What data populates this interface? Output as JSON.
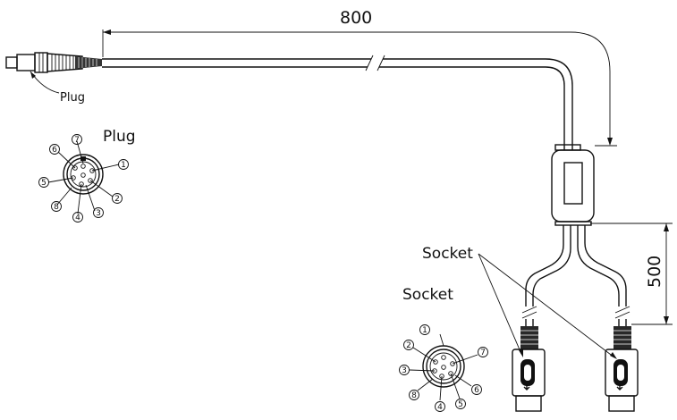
{
  "dimensions": {
    "main_cable_length": "800",
    "branch_length": "500"
  },
  "labels": {
    "plug_callout": "Plug",
    "plug_view_title": "Plug",
    "socket_callout": "Socket",
    "socket_view_title": "Socket"
  },
  "plug_pins": [
    "1",
    "2",
    "3",
    "4",
    "5",
    "6",
    "7",
    "8"
  ],
  "socket_pins": [
    "1",
    "2",
    "3",
    "4",
    "5",
    "6",
    "7",
    "8"
  ]
}
